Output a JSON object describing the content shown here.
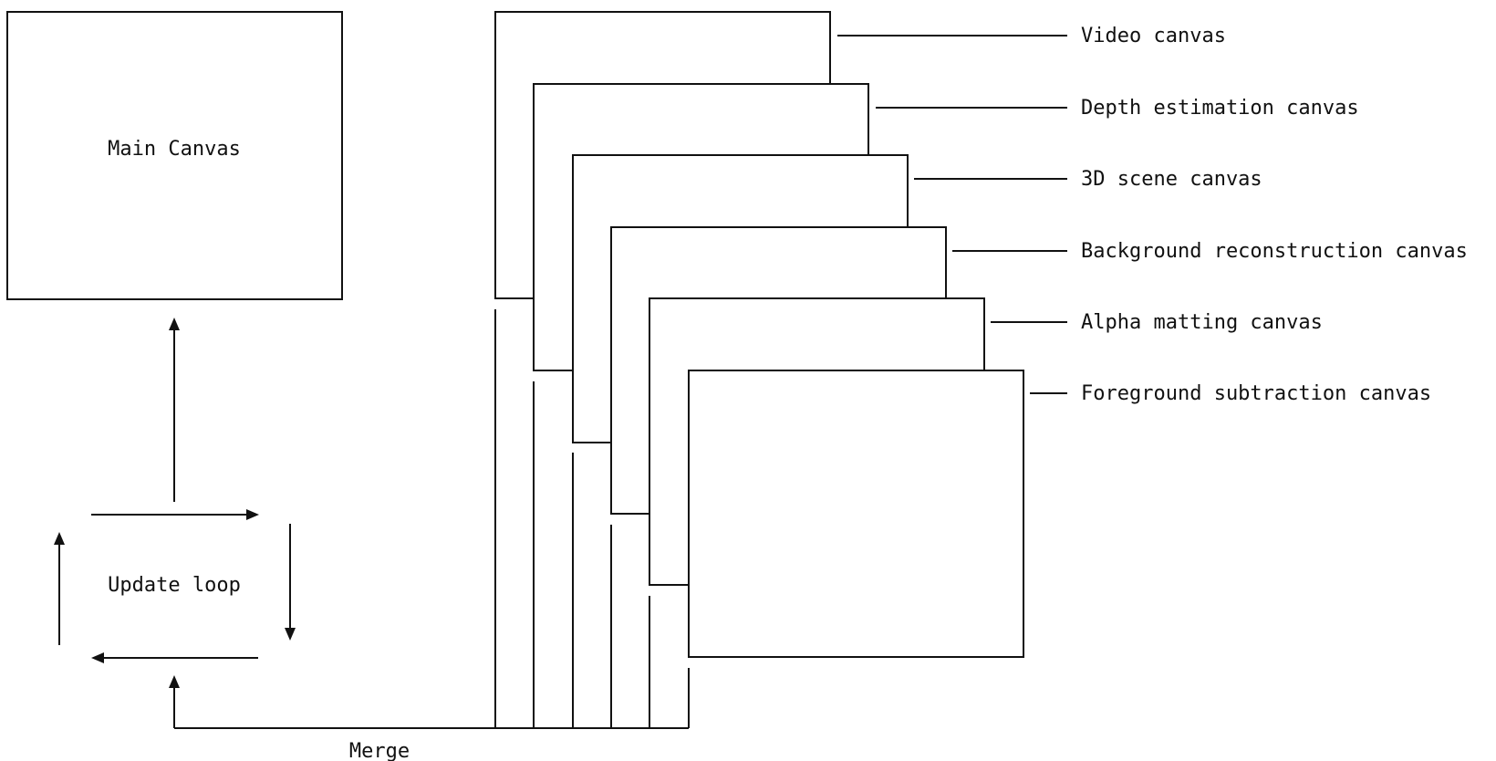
{
  "main_canvas": {
    "label": "Main Canvas"
  },
  "update_loop": {
    "label": "Update loop"
  },
  "merge": {
    "label": "Merge"
  },
  "canvas_stack": [
    {
      "label": "Video canvas"
    },
    {
      "label": "Depth estimation canvas"
    },
    {
      "label": "3D scene canvas"
    },
    {
      "label": "Background reconstruction canvas"
    },
    {
      "label": "Alpha matting canvas"
    },
    {
      "label": "Foreground subtraction canvas"
    }
  ]
}
